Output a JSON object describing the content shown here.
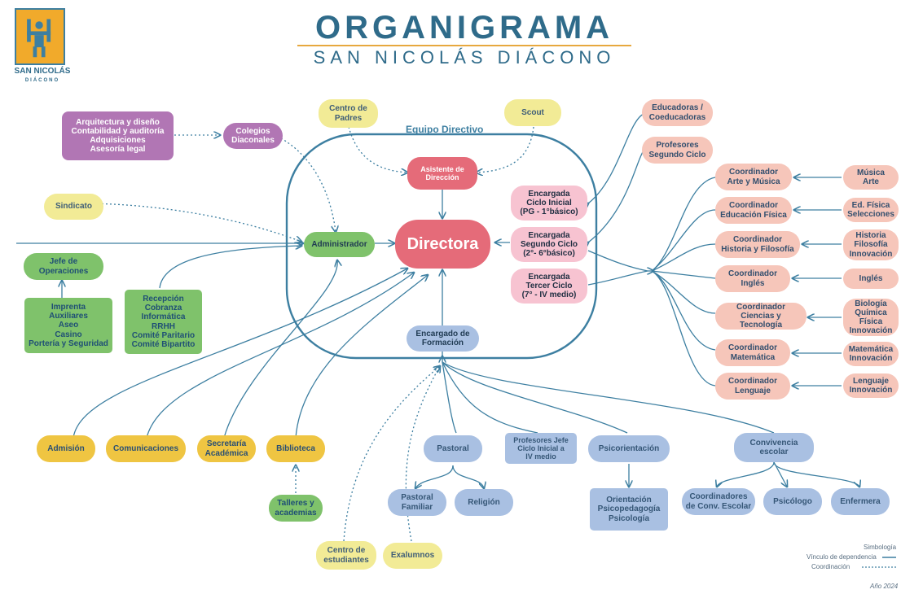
{
  "header": {
    "title": "ORGANIGRAMA",
    "subtitle": "SAN NICOLÁS DIÁCONO"
  },
  "logo": {
    "name": "SAN NICOLÁS",
    "sub": "DIÁCONO"
  },
  "team_label": "Equipo  Directivo",
  "nodes": {
    "arquitectura": "Arquitectura y diseño\nContabilidad y auditoría\nAdquisiciones\nAsesoría legal",
    "colegios": "Colegios\nDiaconales",
    "centro_padres": "Centro de\nPadres",
    "scout": "Scout",
    "asistente": "Asistente de\nDirección",
    "directora": "Directora",
    "administrador": "Administrador",
    "sindicato": "Sindicato",
    "jefe_operaciones": "Jefe de\nOperaciones",
    "operaciones_list": "Imprenta\nAuxiliares\nAseo\nCasino\nPortería y Seguridad",
    "recepcion_list": "Recepción\nCobranza\nInformática\nRRHH\nComité Paritario\nComité Bipartito",
    "encargado_formacion": "Encargado de\nFormación",
    "ciclo_inicial": "Encargada\nCiclo Inicial\n(PG - 1°básico)",
    "segundo_ciclo": "Encargada\nSegundo Ciclo\n(2°- 6°básico)",
    "tercer_ciclo": "Encargada\nTercer Ciclo\n(7° - IV medio)",
    "educadoras": "Educadoras /\nCoeducadoras",
    "profesores_segundo": "Profesores\nSegundo Ciclo",
    "coord_arte": "Coordinador\nArte y Música",
    "coord_ef": "Coordinador\nEducación Física",
    "coord_hist": "Coordinador\nHistoria y Filosofía",
    "coord_ingles": "Coordinador\nInglés",
    "coord_ciencias": "Coordinador\nCiencias y Tecnología",
    "coord_mat": "Coordinador\nMatemática",
    "coord_leng": "Coordinador\nLenguaje",
    "r_musica": "Música\nArte",
    "r_ef": "Ed. Física\nSelecciones",
    "r_hist": "Historia\nFilosofía\nInnovación",
    "r_ingles": "Inglés",
    "r_ciencias": "Biología\nQuímica\nFísica\nInnovación",
    "r_mat": "Matemática\nInnovación",
    "r_leng": "Lenguaje\nInnovación",
    "admision": "Admisión",
    "comunicaciones": "Comunicaciones",
    "secretaria": "Secretaría\nAcadémica",
    "biblioteca": "Biblioteca",
    "talleres": "Talleres y\nacademias",
    "centro_estudiantes": "Centro de\nestudiantes",
    "exalumnos": "Exalumnos",
    "pastoral": "Pastoral",
    "pastoral_familiar": "Pastoral\nFamiliar",
    "religion": "Religión",
    "profesores_jefe": "Profesores Jefe\nCiclo Inicial a\nIV medio",
    "psicorientacion": "Psicorientación",
    "orientacion_list": "Orientación\nPsicopedagogía\nPsicología",
    "convivencia": "Convivencia\nescolar",
    "coord_conv": "Coordinadores\nde Conv. Escolar",
    "psicologo": "Psicólogo",
    "enfermera": "Enfermera"
  },
  "legend": {
    "title": "Simbología",
    "solid": "Vínculo de dependencia",
    "dotted": "Coordinación",
    "year": "Año 2024"
  },
  "colors": {
    "line": "#3d7fa1",
    "purple": "#b176b4",
    "yellow": "#f2eb96",
    "green": "#7fc26b",
    "orange": "#efc542",
    "blue": "#a9c0e2",
    "peach": "#f6c6ba",
    "pink": "#f7c3d1",
    "red": "#e56b79"
  }
}
